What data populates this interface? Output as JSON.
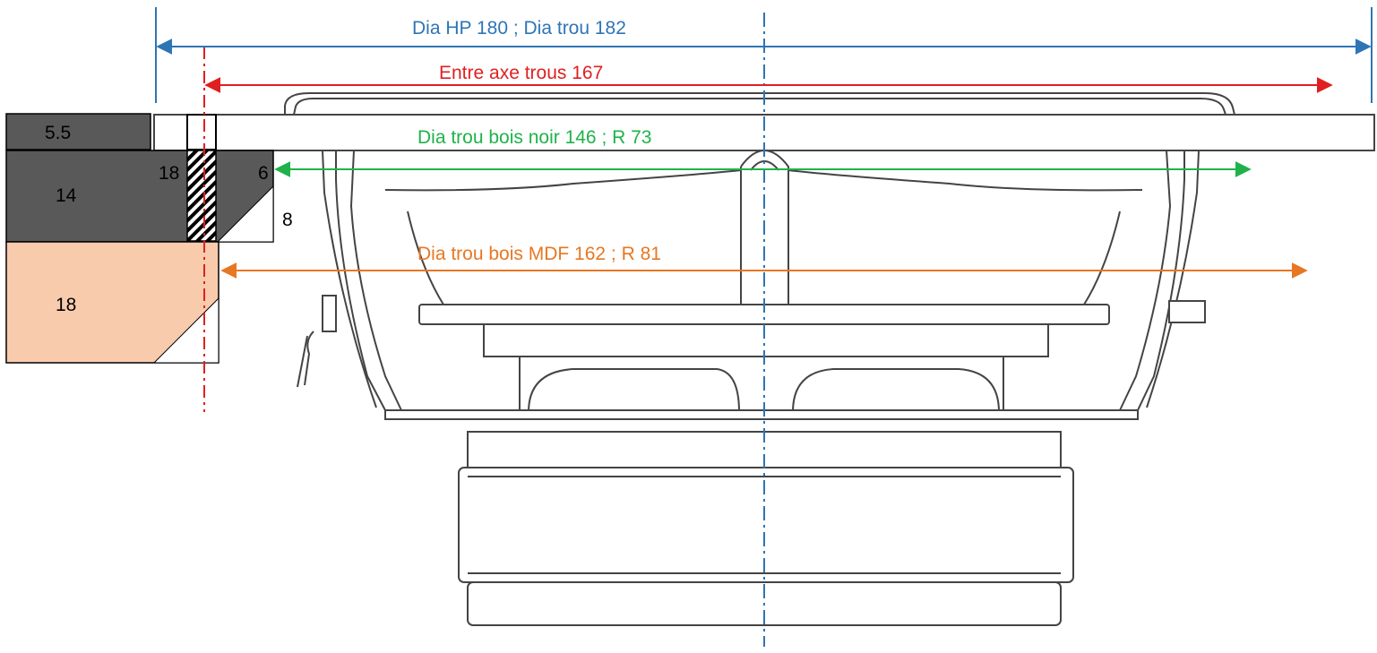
{
  "dimensions": {
    "hp_diameter": {
      "text": "Dia HP 180 ; Dia trou 182",
      "color": "#2E75B6"
    },
    "hole_axis": {
      "text": "Entre axe trous 167",
      "color": "#E02020"
    },
    "black_wood_hole": {
      "text": "Dia trou bois noir 146 ; R 73",
      "color": "#1FB24A"
    },
    "mdf_hole": {
      "text": "Dia trou bois MDF 162 ; R 81",
      "color": "#E87722"
    }
  },
  "section": {
    "top_plate_thickness": "5.5",
    "black_board_thickness": "14",
    "mdf_board_thickness": "18",
    "screw_length": "18",
    "rebate_width": "6",
    "chamfer_depth": "8"
  },
  "colors": {
    "black_wood": "#595959",
    "mdf": "#F8CBAD",
    "axis": "#2E75B6",
    "outline": "#000000"
  }
}
